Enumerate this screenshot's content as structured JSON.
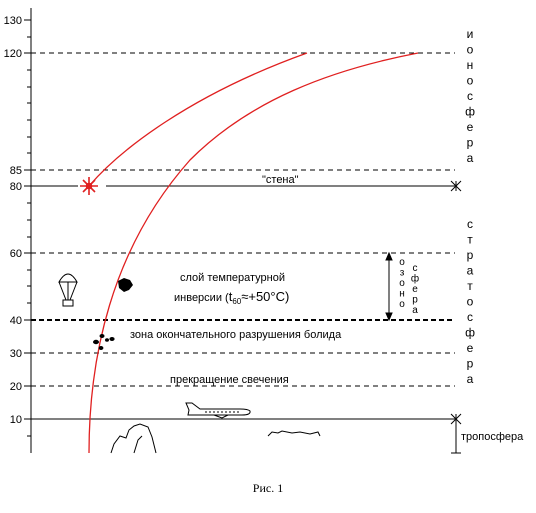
{
  "axis": {
    "ticks": [
      "130",
      "120",
      "85",
      "80",
      "60",
      "40",
      "30",
      "20",
      "10"
    ]
  },
  "labels": {
    "wall": "\"стена\"",
    "inversion_line1": "слой температурной",
    "inversion_line2_pre": "инверсии (",
    "inversion_t": "t",
    "inversion_sub": "60",
    "inversion_line2_post": "≈+50°C)",
    "destruction_zone": "зона окончательного разрушения болида",
    "glow_end": "прекращение свечения",
    "troposphere": "тропосфера",
    "ionosphere_letters": [
      "и",
      "о",
      "н",
      "о",
      "с",
      "ф",
      "е",
      "р",
      "а"
    ],
    "stratosphere_letters": [
      "с",
      "т",
      "р",
      "а",
      "т",
      "о",
      "с",
      "ф",
      "е",
      "р",
      "а"
    ],
    "ozono_letters": [
      "о",
      "з",
      "о",
      "н",
      "о"
    ],
    "sfera_letters": [
      "с",
      "ф",
      "е",
      "р",
      "а"
    ],
    "caption": "Рис. 1"
  },
  "colors": {
    "trajectory": "#e02020",
    "lines": "#000000",
    "background": "#ffffff"
  },
  "icons": [
    "parachute-icon",
    "airplane-icon",
    "star-burst-icon",
    "mountain-icon"
  ]
}
